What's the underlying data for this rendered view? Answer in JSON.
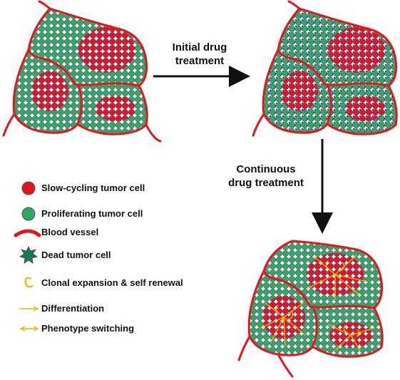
{
  "arrows": {
    "initial": {
      "line1": "Initial drug",
      "line2": "treatment"
    },
    "continuous": {
      "line1": "Continuous",
      "line2": "drug treatment"
    }
  },
  "legend": {
    "items": [
      {
        "label": "Slow-cycling tumor cell",
        "icon": "red-cell-icon"
      },
      {
        "label": "Proliferating tumor cell",
        "icon": "green-cell-icon"
      },
      {
        "label": "Blood vessel",
        "icon": "blood-vessel-icon"
      },
      {
        "label": "Dead tumor cell",
        "icon": "dead-cell-icon"
      },
      {
        "label": "Clonal expansion & self renewal",
        "icon": "curved-arrow-icon"
      },
      {
        "label": "Differentiation",
        "icon": "single-arrow-icon"
      },
      {
        "label": "Phenotype switching",
        "icon": "double-arrow-icon"
      }
    ]
  },
  "colors": {
    "vessel": "#e8141c",
    "proliferating": "#2eaa5c",
    "slow_cycling": "#e3141c",
    "dead": "#1c7a4a",
    "arrow_yellow": "#f2b705",
    "outline": "#4a4a8a"
  }
}
